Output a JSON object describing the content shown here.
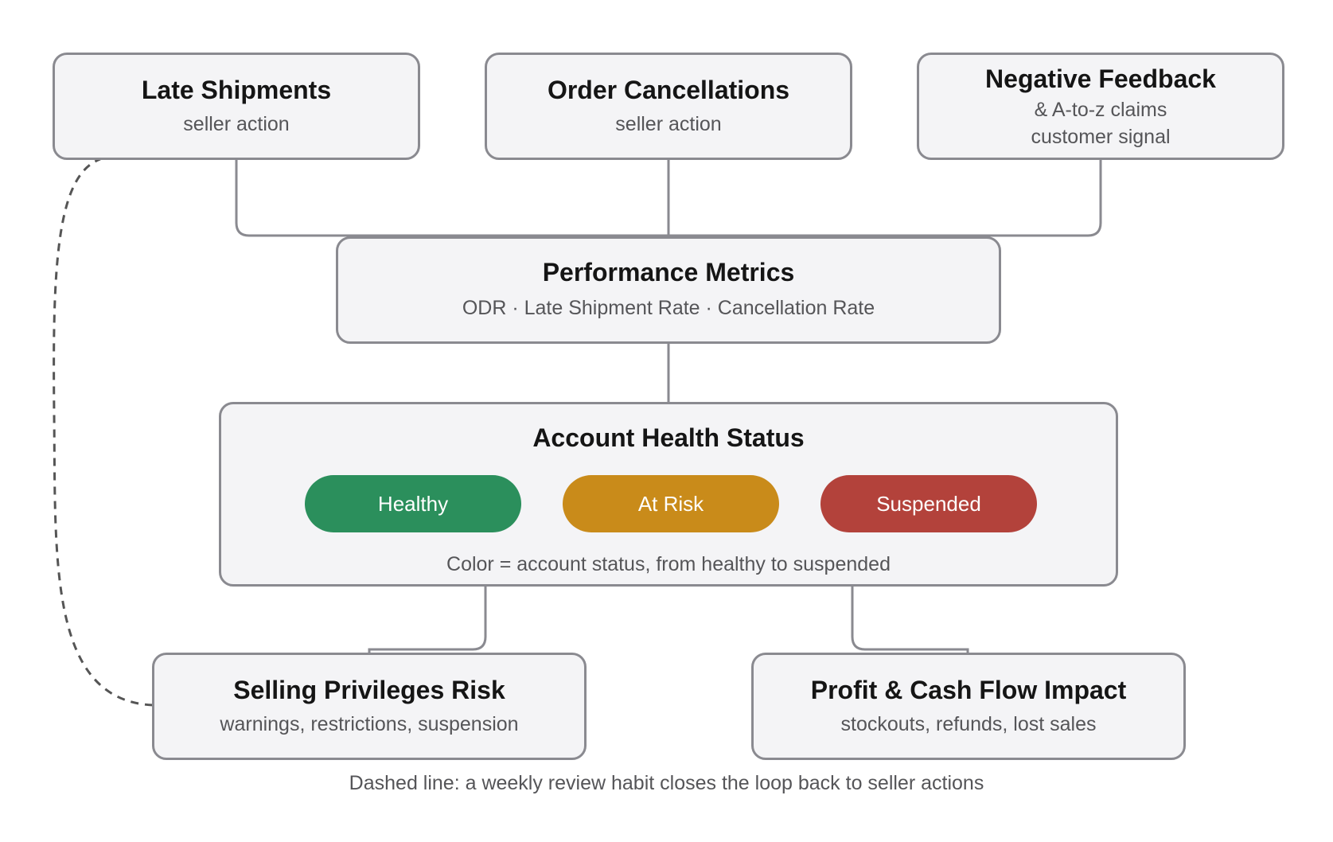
{
  "nodes": {
    "late_shipments": {
      "title": "Late Shipments",
      "sub": "seller action"
    },
    "order_cancellations": {
      "title": "Order Cancellations",
      "sub": "seller action"
    },
    "negative_feedback": {
      "title": "Negative Feedback",
      "sub_line1": "& A-to-z claims",
      "sub_line2": "customer signal"
    },
    "performance_metrics": {
      "title": "Performance Metrics",
      "sub": "ODR · Late Shipment Rate · Cancellation Rate"
    },
    "account_health": {
      "title": "Account Health Status",
      "statuses": [
        {
          "label": "Healthy",
          "color": "#2b8f5c"
        },
        {
          "label": "At Risk",
          "color": "#c98b1a"
        },
        {
          "label": "Suspended",
          "color": "#b3423b"
        }
      ],
      "note": "Color = account status, from healthy to suspended"
    },
    "selling_privileges": {
      "title": "Selling Privileges Risk",
      "sub": "warnings, restrictions, suspension"
    },
    "profit_cashflow": {
      "title": "Profit & Cash Flow Impact",
      "sub": "stockouts, refunds, lost sales"
    }
  },
  "caption": "Dashed line: a weekly review habit closes the loop back to seller actions",
  "colors": {
    "border": "#8a8a90",
    "node_fill": "#f4f4f6",
    "connector": "#8a8a90",
    "loop_line": "#555555"
  }
}
